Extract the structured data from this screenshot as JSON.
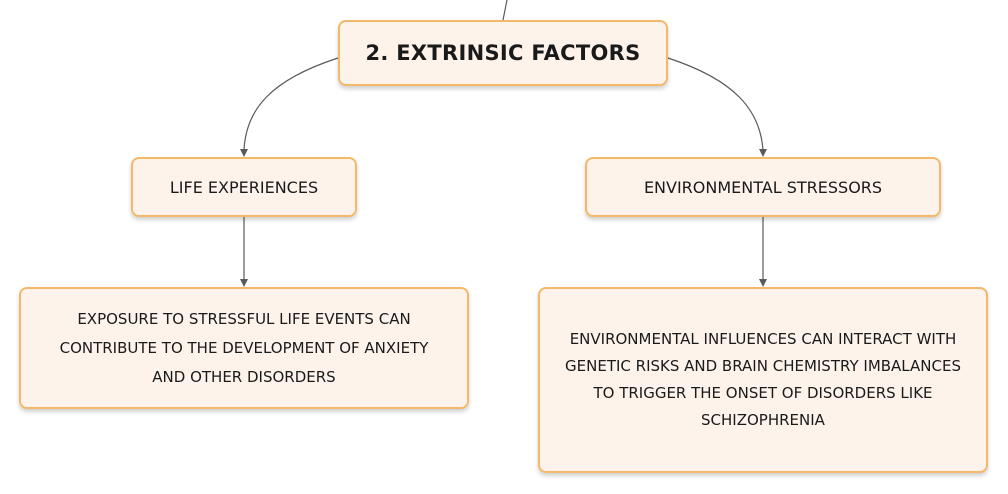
{
  "nodes": {
    "root": {
      "label": "2. EXTRINSIC FACTORS"
    },
    "life_experiences": {
      "label": "LIFE EXPERIENCES"
    },
    "environmental_stressors": {
      "label": "ENVIRONMENTAL STRESSORS"
    },
    "life_experiences_detail": {
      "lines": [
        "EXPOSURE TO STRESSFUL LIFE EVENTS CAN",
        "CONTRIBUTE TO THE DEVELOPMENT OF ANXIETY",
        "AND OTHER DISORDERS"
      ]
    },
    "environmental_stressors_detail": {
      "lines": [
        "ENVIRONMENTAL INFLUENCES CAN INTERACT WITH",
        "GENETIC RISKS AND BRAIN CHEMISTRY IMBALANCES",
        "TO TRIGGER THE ONSET OF DISORDERS LIKE",
        "SCHIZOPHRENIA"
      ]
    }
  },
  "colors": {
    "node_fill": "#fdf3ea",
    "node_border": "#f4b968",
    "connector": "#5a5a5a",
    "text": "#1a1a1a"
  }
}
